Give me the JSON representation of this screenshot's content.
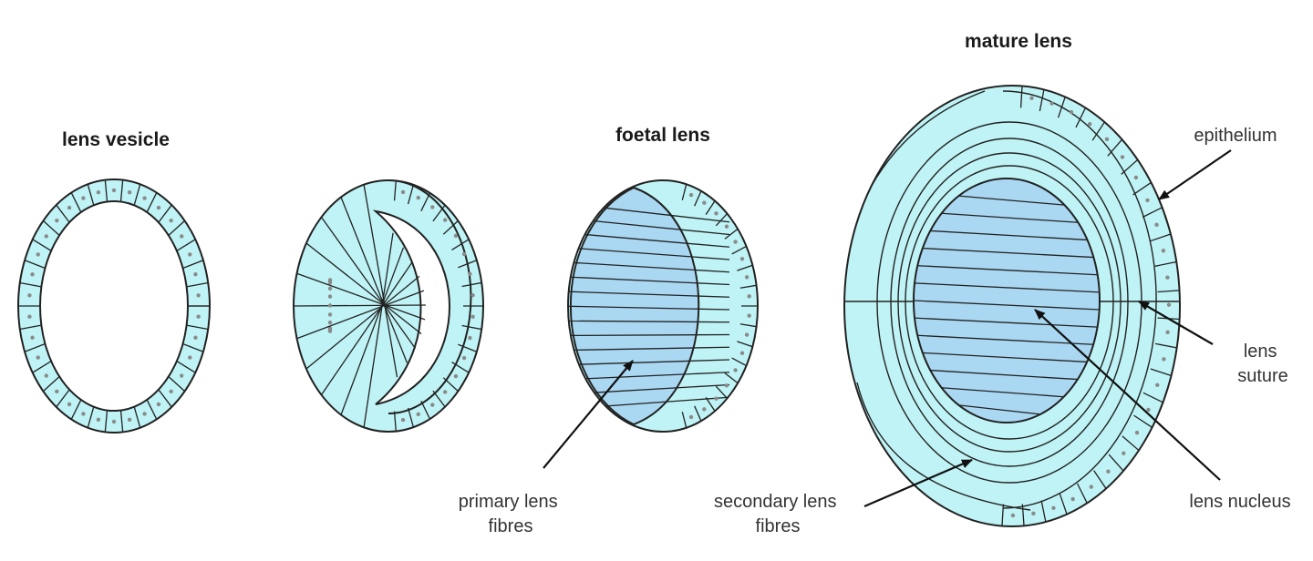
{
  "titles": {
    "lens_vesicle": "lens vesicle",
    "foetal_lens": "foetal lens",
    "mature_lens": "mature lens"
  },
  "labels": {
    "primary_fibres": [
      "primary lens",
      "fibres"
    ],
    "secondary_fibres": [
      "secondary lens",
      "fibres"
    ],
    "epithelium": [
      "epithelium"
    ],
    "lens_suture": [
      "lens",
      "suture"
    ],
    "lens_nucleus": [
      "lens nucleus"
    ]
  },
  "colors": {
    "epithelium_fill": "#bff3f5",
    "fibre_fill": "#aad8f2",
    "outline": "#222222",
    "nucleus_dot": "#8a8a8a"
  }
}
